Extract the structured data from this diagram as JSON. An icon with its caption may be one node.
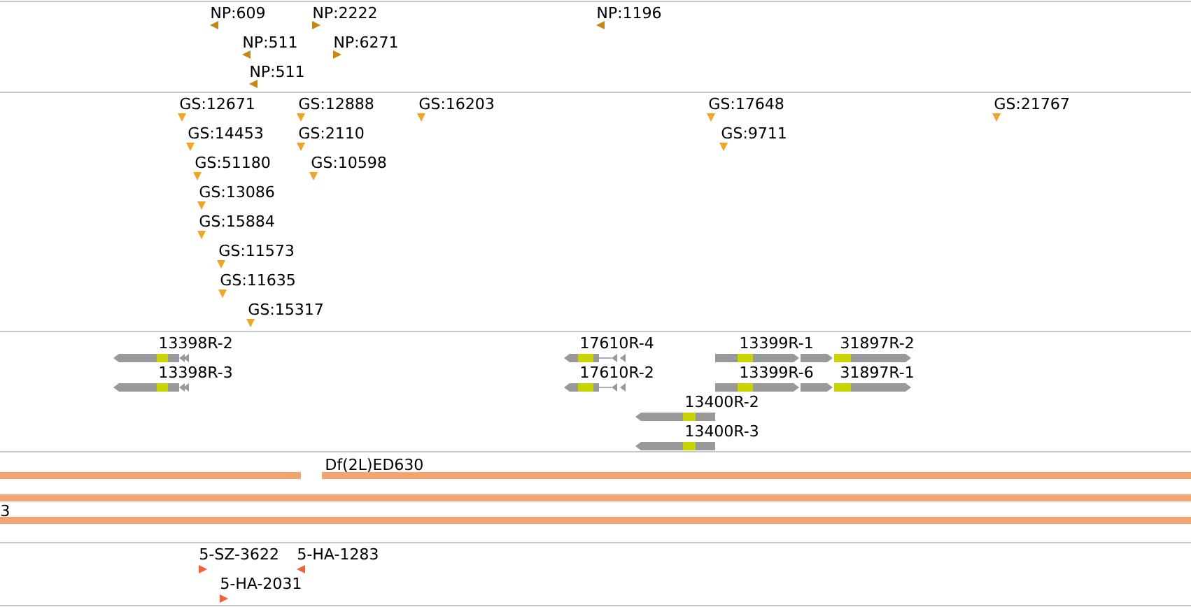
{
  "diagram": {
    "labels": [
      "NP:609",
      "NP:2222",
      "NP:1196",
      "NP:511",
      "NP:6271",
      "NP:511",
      "GS:12671",
      "GS:12888",
      "GS:16203",
      "GS:17648",
      "GS:21767",
      "GS:14453",
      "GS:2110",
      "GS:9711",
      "GS:51180",
      "GS:10598",
      "GS:13086",
      "GS:15884",
      "GS:11573",
      "GS:11635",
      "GS:15317",
      "13398R-2",
      "17610R-4",
      "13399R-1",
      "31897R-2",
      "13398R-3",
      "17610R-2",
      "13399R-6",
      "31897R-1",
      "13400R-2",
      "13400R-3",
      "Df(2L)ED630",
      "3",
      "5-SZ-3622",
      "5-HA-1283",
      "5-HA-2031"
    ]
  }
}
